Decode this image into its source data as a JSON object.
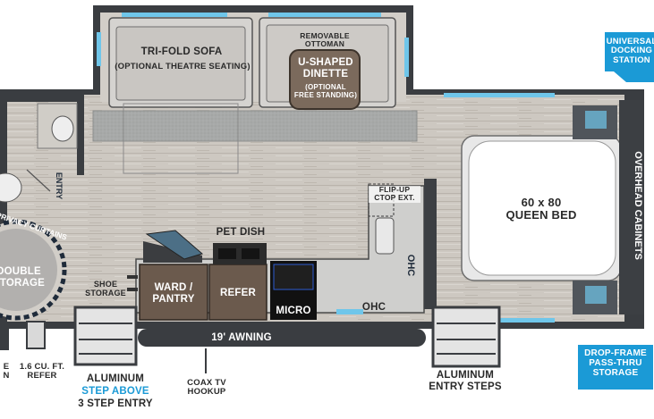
{
  "rooms": {
    "sofa": "TRI-FOLD SOFA",
    "sofa_note": "(OPTIONAL THEATRE SEATING)",
    "ottoman": "REMOVABLE\nOTTOMAN",
    "dinette": "U-SHAPED\nDINETTE",
    "dinette_note": "(OPTIONAL\nFREE STANDING)",
    "bed": "60 x 80\nQUEEN BED",
    "overhead": "OVERHEAD CABINETS",
    "flipup": "FLIP-UP\nCTOP EXT.",
    "ohc_side": "OHC",
    "ohc_bottom": "OHC",
    "pet_dish": "PET DISH",
    "ward": "WARD /\nPANTRY",
    "refer": "REFER",
    "micro": "MICRO",
    "entry": "ENTRY",
    "privacy": "PRIVACY CURTAINS",
    "storage": "DOUBLE\nSTORAGE",
    "shoe": "SHOE\nSTORAGE",
    "awning": "19' AWNING"
  },
  "callouts": {
    "docking": "UNIVERSAL\nDOCKING\nSTATION",
    "dropframe": "DROP-FRAME\nPASS-THRU\nSTORAGE",
    "refer_small": "1.6 CU. FT.\nREFER",
    "left_edge": "E\nN",
    "step_top": "ALUMINUM",
    "step_mid": "STEP ABOVE",
    "step_bot": "3 STEP ENTRY",
    "coax": "COAX TV\nHOOKUP",
    "entry_steps": "ALUMINUM\nENTRY STEPS"
  },
  "colors": {
    "accent": "#1b9ad6",
    "wall": "#3a3d41",
    "floor": "#cfcac3",
    "carpet": "#a8aaa9",
    "cabinet": "#6b5a4d",
    "countertop": "#cfcfcd"
  }
}
